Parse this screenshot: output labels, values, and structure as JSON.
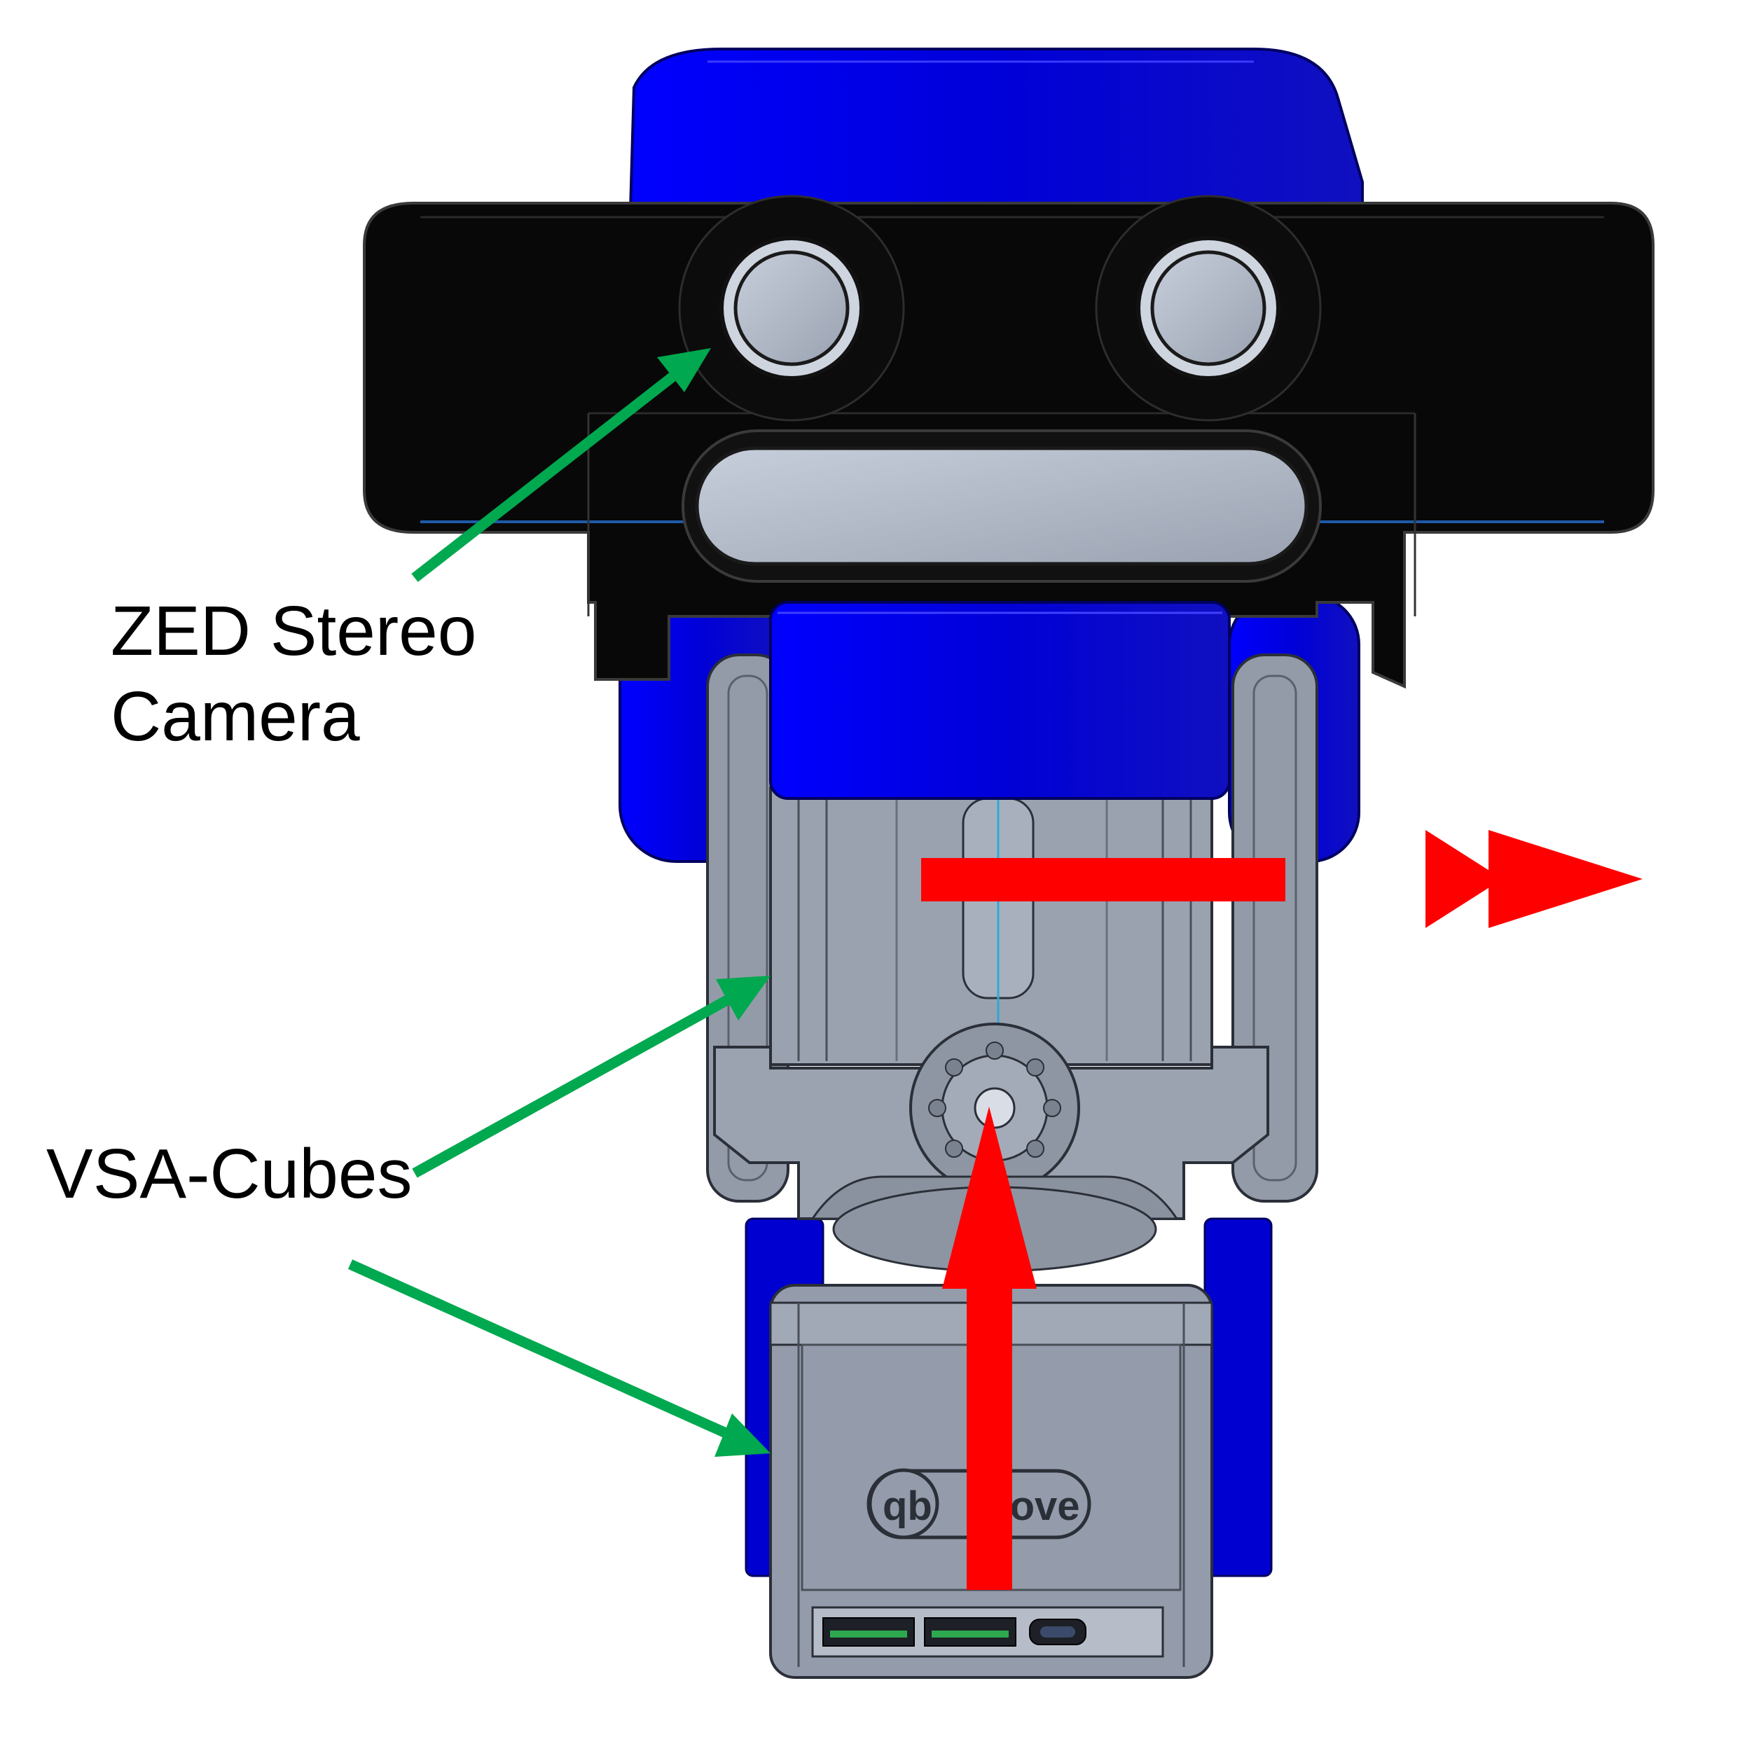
{
  "labels": {
    "camera_line1": "ZED Stereo",
    "camera_line2": "Camera",
    "cubes": "VSA-Cubes"
  },
  "cube_logo": {
    "left": "qb",
    "right": "move"
  },
  "colors": {
    "annotation_arrow": "#00a84f",
    "axis_arrow": "#ff0000",
    "pan_tilt_frame": "#0000e0",
    "camera_body": "#050505",
    "cube_body": "#929aa8",
    "lens": "#b4bccb"
  }
}
